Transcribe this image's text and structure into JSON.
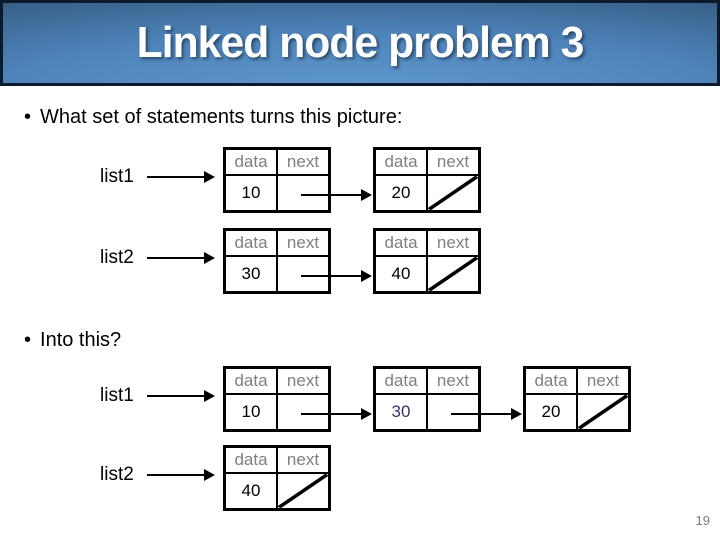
{
  "slide": {
    "title": "Linked node problem 3",
    "page_number": "19",
    "bullet_glyph": "•"
  },
  "bullets": {
    "first": "What set of statements turns this picture:",
    "second": "Into this?"
  },
  "node_header": {
    "data_label": "data",
    "next_label": "next"
  },
  "colors": {
    "banner_dark": "#152840",
    "banner_light": "#6099ce",
    "title_text": "#ffffff",
    "node_header_text": "#808080",
    "node_value_text": "#000000",
    "highlight_value_text": "#333366",
    "page_number_text": "#7a7a7a"
  },
  "before": {
    "rows": [
      {
        "label": "list1",
        "nodes": [
          {
            "data": "10",
            "next": "pointer"
          },
          {
            "data": "20",
            "next": "null"
          }
        ]
      },
      {
        "label": "list2",
        "nodes": [
          {
            "data": "30",
            "next": "pointer"
          },
          {
            "data": "40",
            "next": "null"
          }
        ]
      }
    ]
  },
  "after": {
    "rows": [
      {
        "label": "list1",
        "nodes": [
          {
            "data": "10",
            "next": "pointer"
          },
          {
            "data": "30",
            "next": "pointer"
          },
          {
            "data": "20",
            "next": "null"
          }
        ]
      },
      {
        "label": "list2",
        "nodes": [
          {
            "data": "40",
            "next": "null"
          }
        ]
      }
    ]
  }
}
